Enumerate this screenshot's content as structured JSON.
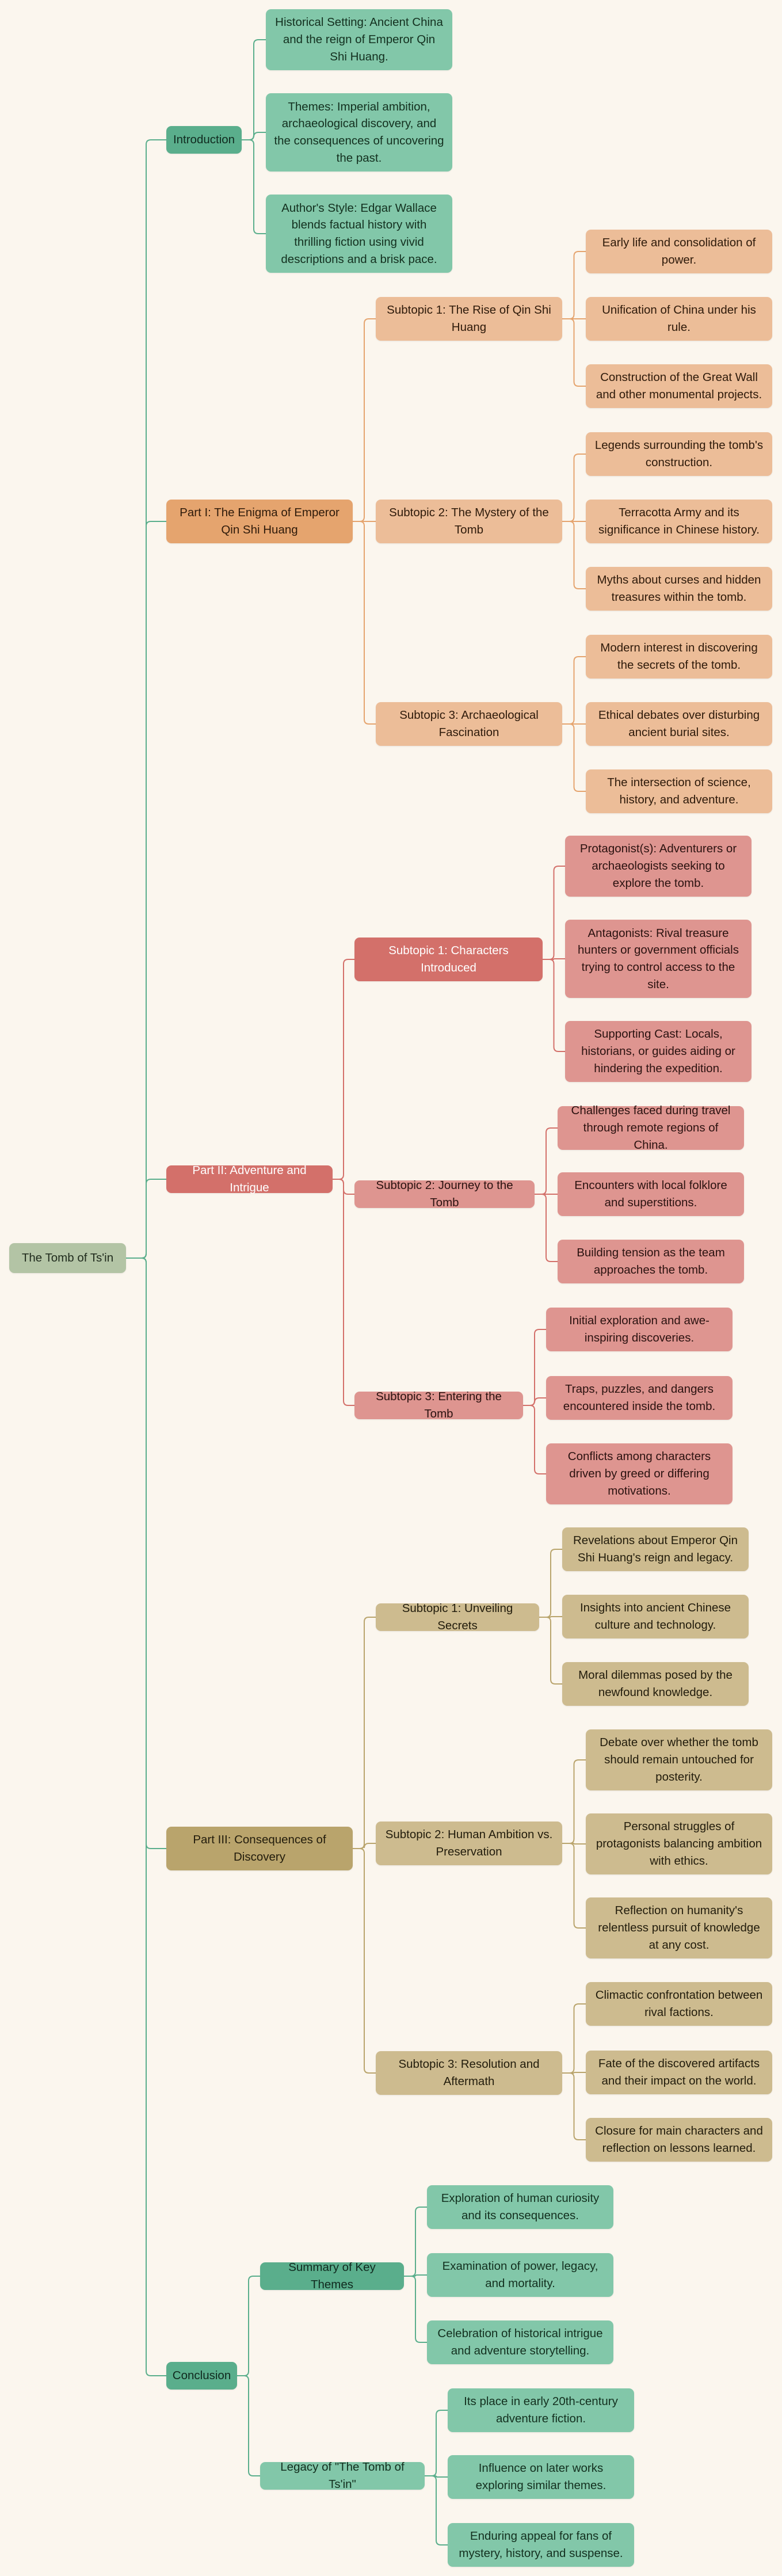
{
  "mindmap": {
    "root": "The Tomb of Ts'in",
    "intro": {
      "title": "Introduction",
      "items": [
        "Historical Setting: Ancient China and the reign of Emperor Qin Shi Huang.",
        "Themes: Imperial ambition, archaeological discovery, and the consequences of uncovering the past.",
        "Author's Style: Edgar Wallace blends factual history with thrilling fiction using vivid descriptions and a brisk pace."
      ]
    },
    "part1": {
      "title": "Part I: The Enigma of Emperor Qin Shi Huang",
      "sub1": {
        "title": "Subtopic 1: The Rise of Qin Shi Huang",
        "items": [
          "Early life and consolidation of power.",
          "Unification of China under his rule.",
          "Construction of the Great Wall and other monumental projects."
        ]
      },
      "sub2": {
        "title": "Subtopic 2: The Mystery of the Tomb",
        "items": [
          "Legends surrounding the tomb's construction.",
          "Terracotta Army and its significance in Chinese history.",
          "Myths about curses and hidden treasures within the tomb."
        ]
      },
      "sub3": {
        "title": "Subtopic 3: Archaeological Fascination",
        "items": [
          "Modern interest in discovering the secrets of the tomb.",
          "Ethical debates over disturbing ancient burial sites.",
          "The intersection of science, history, and adventure."
        ]
      }
    },
    "part2": {
      "title": "Part II: Adventure and Intrigue",
      "sub1": {
        "title": "Subtopic 1: Characters Introduced",
        "items": [
          "Protagonist(s): Adventurers or archaeologists seeking to explore the tomb.",
          "Antagonists: Rival treasure hunters or government officials trying to control access to the site.",
          "Supporting Cast: Locals, historians, or guides aiding or hindering the expedition."
        ]
      },
      "sub2": {
        "title": "Subtopic 2: Journey to the Tomb",
        "items": [
          "Challenges faced during travel through remote regions of China.",
          "Encounters with local folklore and superstitions.",
          "Building tension as the team approaches the tomb."
        ]
      },
      "sub3": {
        "title": "Subtopic 3: Entering the Tomb",
        "items": [
          "Initial exploration and awe-inspiring discoveries.",
          "Traps, puzzles, and dangers encountered inside the tomb.",
          "Conflicts among characters driven by greed or differing motivations."
        ]
      }
    },
    "part3": {
      "title": "Part III: Consequences of Discovery",
      "sub1": {
        "title": "Subtopic 1: Unveiling Secrets",
        "items": [
          "Revelations about Emperor Qin Shi Huang's reign and legacy.",
          "Insights into ancient Chinese culture and technology.",
          "Moral dilemmas posed by the newfound knowledge."
        ]
      },
      "sub2": {
        "title": "Subtopic 2: Human Ambition vs. Preservation",
        "items": [
          "Debate over whether the tomb should remain untouched for posterity.",
          "Personal struggles of protagonists balancing ambition with ethics.",
          "Reflection on humanity's relentless pursuit of knowledge at any cost."
        ]
      },
      "sub3": {
        "title": "Subtopic 3: Resolution and Aftermath",
        "items": [
          "Climactic confrontation between rival factions.",
          "Fate of the discovered artifacts and their impact on the world.",
          "Closure for main characters and reflection on lessons learned."
        ]
      }
    },
    "conclusion": {
      "title": "Conclusion",
      "sub1": {
        "title": "Summary of Key Themes",
        "items": [
          "Exploration of human curiosity and its consequences.",
          "Examination of power, legacy, and mortality.",
          "Celebration of historical intrigue and adventure storytelling."
        ]
      },
      "sub2": {
        "title": "Legacy of \"The Tomb of Ts'in\"",
        "items": [
          "Its place in early 20th-century adventure fiction.",
          "Influence on later works exploring similar themes.",
          "Enduring appeal for fans of mystery, history, and suspense."
        ]
      }
    }
  },
  "colors": {
    "root": "#b3c4a5",
    "green": "#5aae8c",
    "green_light": "#82c7a9",
    "orange": "#e5a46e",
    "orange_light": "#ecbd98",
    "red": "#d3706a",
    "red_light": "#de9590",
    "gold": "#b9a46c",
    "gold_light": "#cdbb8f"
  }
}
